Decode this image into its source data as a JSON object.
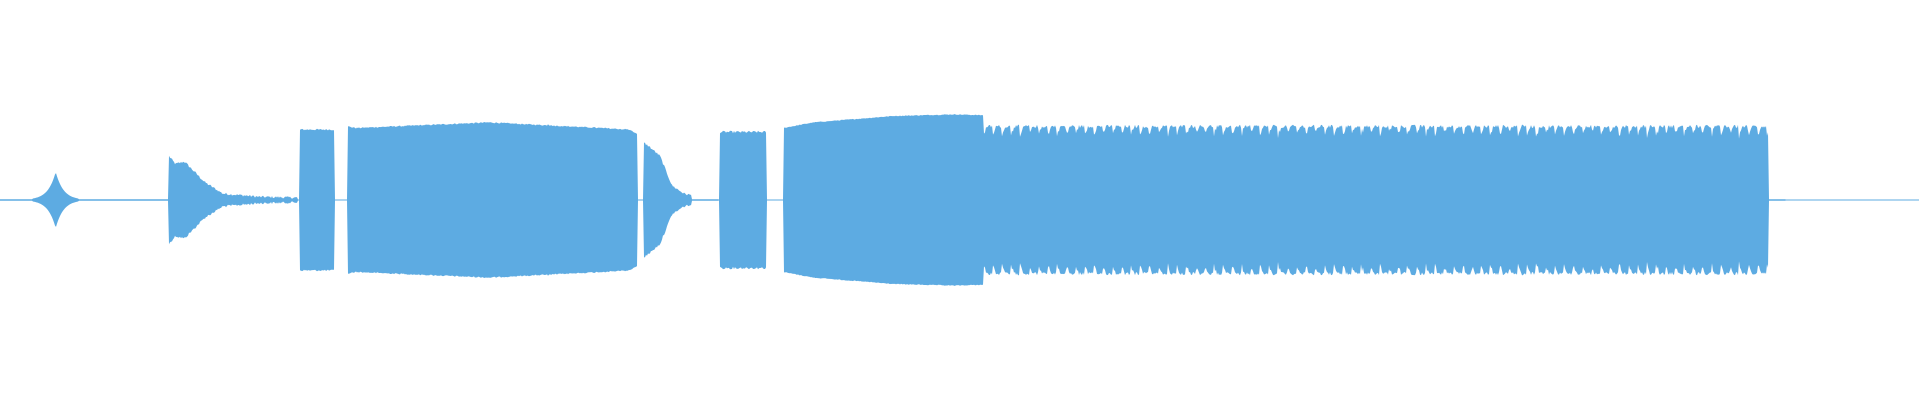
{
  "waveform": {
    "color": "#5DABE2",
    "background": "#FFFFFF",
    "amplitude_scale": 1.0,
    "segments": [
      {
        "type": "baseline",
        "from": 0.0,
        "to": 0.028,
        "amp": 0.01
      },
      {
        "type": "spike",
        "at": 0.029,
        "amp": 0.35,
        "decay": 0.004
      },
      {
        "type": "baseline",
        "from": 0.031,
        "to": 0.088,
        "amp": 0.01
      },
      {
        "type": "envelope",
        "from": 0.088,
        "to": 0.155,
        "points": [
          [
            0.0,
            0.55
          ],
          [
            0.05,
            0.45
          ],
          [
            0.12,
            0.48
          ],
          [
            0.28,
            0.22
          ],
          [
            0.42,
            0.08
          ],
          [
            0.7,
            0.04
          ],
          [
            1.0,
            0.03
          ]
        ],
        "noise": 0.03
      },
      {
        "type": "block",
        "from": 0.156,
        "to": 0.174,
        "amp": 0.88,
        "noise": 0.02
      },
      {
        "type": "gap",
        "from": 0.174,
        "to": 0.181
      },
      {
        "type": "envelope",
        "from": 0.181,
        "to": 0.328,
        "points": [
          [
            0.0,
            0.92
          ],
          [
            0.03,
            0.9
          ],
          [
            0.5,
            0.97
          ],
          [
            0.9,
            0.9
          ],
          [
            1.0,
            0.88
          ]
        ],
        "noise": 0.015
      },
      {
        "type": "envelope",
        "from": 0.328,
        "to": 0.332,
        "points": [
          [
            0.0,
            0.88
          ],
          [
            1.0,
            0.82
          ]
        ],
        "noise": 0.01
      },
      {
        "type": "envelope",
        "from": 0.285,
        "to": 0.327,
        "points": [
          [
            0.0,
            0.96
          ],
          [
            0.25,
            0.78
          ],
          [
            0.55,
            0.28
          ],
          [
            0.8,
            0.1
          ],
          [
            1.0,
            0.06
          ]
        ],
        "noise": 0.03
      },
      {
        "type": "gap",
        "from": 0.328,
        "to": 0.335
      },
      {
        "type": "envelope",
        "from": 0.335,
        "to": 0.36,
        "points": [
          [
            0.0,
            0.72
          ],
          [
            0.1,
            0.68
          ],
          [
            0.35,
            0.55
          ],
          [
            0.6,
            0.18
          ],
          [
            0.85,
            0.08
          ],
          [
            1.0,
            0.06
          ]
        ],
        "noise": 0.03
      },
      {
        "type": "baseline",
        "from": 0.36,
        "to": 0.374,
        "amp": 0.01
      },
      {
        "type": "block",
        "from": 0.375,
        "to": 0.399,
        "amp": 0.85,
        "noise": 0.03
      },
      {
        "type": "gap",
        "from": 0.399,
        "to": 0.408
      },
      {
        "type": "envelope",
        "from": 0.408,
        "to": 0.512,
        "points": [
          [
            0.0,
            0.9
          ],
          [
            0.15,
            0.97
          ],
          [
            0.55,
            1.05
          ],
          [
            0.85,
            1.07
          ],
          [
            1.0,
            1.06
          ]
        ],
        "noise": 0.01
      },
      {
        "type": "jagged",
        "from": 0.512,
        "to": 0.921,
        "base": 0.92,
        "jag": 0.14,
        "period": 0.0048
      },
      {
        "type": "baseline",
        "from": 0.921,
        "to": 0.93,
        "amp": 0.01
      }
    ]
  }
}
